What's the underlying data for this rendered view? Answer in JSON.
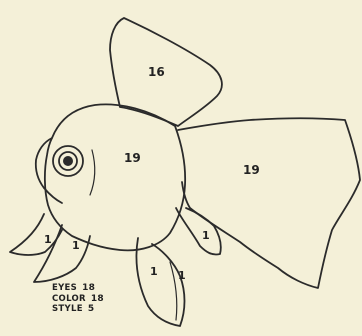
{
  "regions": {
    "dorsal_fin": "16",
    "body": "19",
    "tail": "19",
    "left_fin_outer": "1",
    "left_fin_inner": "1",
    "ventral_fin": "1",
    "ventral_fin_edge": "1",
    "anal_fin": "1"
  },
  "legend": [
    {
      "label": "EYES",
      "value": "18"
    },
    {
      "label": "COLOR",
      "value": "18"
    },
    {
      "label": "STYLE",
      "value": "5"
    }
  ]
}
